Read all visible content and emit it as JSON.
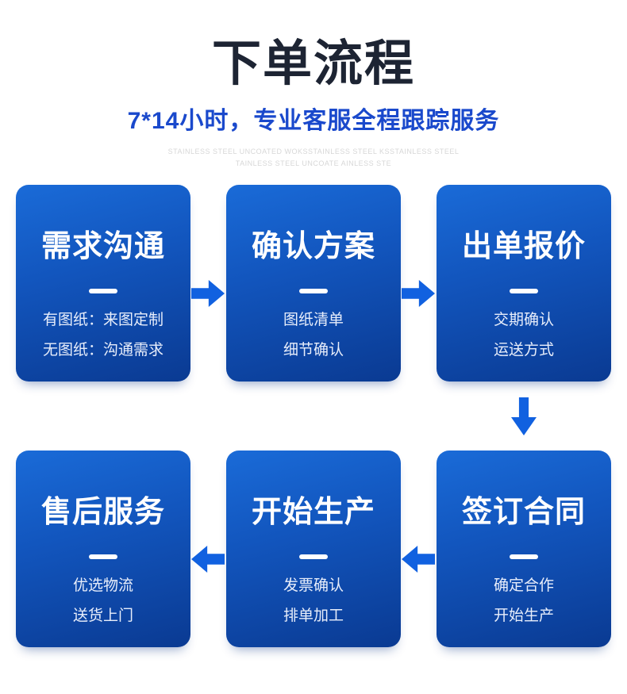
{
  "header": {
    "title": "下单流程",
    "subtitle": "7*14小时，专业客服全程跟踪服务",
    "watermark_line1": "STAINLESS STEEL UNCOATED WOKSSTAINLESS STEEL KSSTAINLESS STEEL",
    "watermark_line2": "TAINLESS STEEL UNCOATE AINLESS STE"
  },
  "colors": {
    "title_text": "#1d2433",
    "subtitle_text": "#1a49cc",
    "watermark_text": "#d7d7d7",
    "card_gradient_top": "#1a6bd8",
    "card_gradient_bottom": "#0a3a92",
    "arrow_blue": "#1161e0",
    "card_text": "#ffffff"
  },
  "icons": {
    "step_arrow_right": "arrow-right",
    "step_arrow_left": "arrow-left",
    "step_arrow_down": "arrow-down"
  },
  "flow": {
    "rows": [
      {
        "direction": "left-to-right",
        "cards": [
          {
            "title": "需求沟通",
            "lines": [
              "有图纸：来图定制",
              "无图纸：沟通需求"
            ]
          },
          {
            "title": "确认方案",
            "lines": [
              "图纸清单",
              "细节确认"
            ]
          },
          {
            "title": "出单报价",
            "lines": [
              "交期确认",
              "运送方式"
            ]
          }
        ]
      },
      {
        "direction": "right-to-left",
        "cards": [
          {
            "title": "售后服务",
            "lines": [
              "优选物流",
              "送货上门"
            ]
          },
          {
            "title": "开始生产",
            "lines": [
              "发票确认",
              "排单加工"
            ]
          },
          {
            "title": "签订合同",
            "lines": [
              "确定合作",
              "开始生产"
            ]
          }
        ]
      }
    ]
  }
}
